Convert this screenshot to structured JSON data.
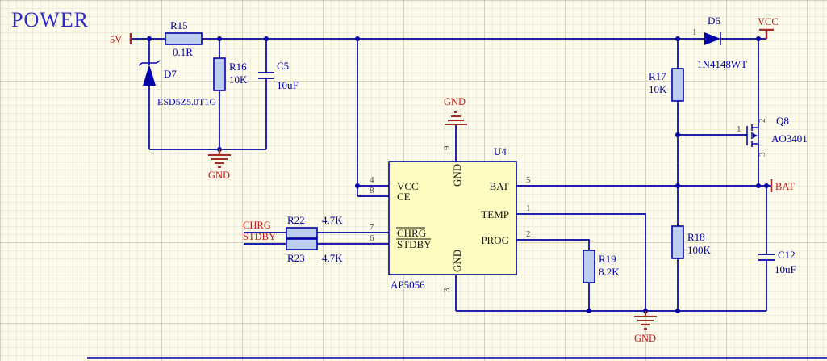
{
  "title": "POWER",
  "palette": {
    "background": "#FCFAEB",
    "wire": "#0202A6",
    "component_text": "#0202A6",
    "net_label": "#C01616",
    "power_glyph": "#A52A2A",
    "ic_fill": "#FFFCC2",
    "resistor_fill": "#BCCDF0",
    "title_blue": "#2B2BC4"
  },
  "nets": {
    "v5": "5V",
    "vcc": "VCC",
    "bat": "BAT",
    "gnd": "GND",
    "chrg": "CHRG",
    "stdby": "STDBY"
  },
  "components": {
    "R15": {
      "ref": "R15",
      "value": "0.1R"
    },
    "R16": {
      "ref": "R16",
      "value": "10K"
    },
    "R17": {
      "ref": "R17",
      "value": "10K"
    },
    "R18": {
      "ref": "R18",
      "value": "100K"
    },
    "R19": {
      "ref": "R19",
      "value": "8.2K"
    },
    "R22": {
      "ref": "R22",
      "value": "4.7K"
    },
    "R23": {
      "ref": "R23",
      "value": "4.7K"
    },
    "C5": {
      "ref": "C5",
      "value": "10uF"
    },
    "C12": {
      "ref": "C12",
      "value": "10uF"
    },
    "D6": {
      "ref": "D6",
      "value": "1N4148WT"
    },
    "D7": {
      "ref": "D7",
      "value": "ESD5Z5.0T1G"
    },
    "Q8": {
      "ref": "Q8",
      "value": "AO3401"
    },
    "U4": {
      "ref": "U4",
      "value": "AP5056"
    }
  },
  "u4_pins": {
    "p4": {
      "num": "4",
      "name": "VCC"
    },
    "p8": {
      "num": "8",
      "name": "CE"
    },
    "p7": {
      "num": "7",
      "name": "CHRG"
    },
    "p6": {
      "num": "6",
      "name": "STDBY"
    },
    "p5": {
      "num": "5",
      "name": "BAT"
    },
    "p1": {
      "num": "1",
      "name": "TEMP"
    },
    "p2": {
      "num": "2",
      "name": "PROG"
    },
    "p9": {
      "num": "9",
      "name": "GND"
    },
    "p3": {
      "num": "3",
      "name": "GND"
    }
  },
  "q8_pins": {
    "p1": "1",
    "p2": "2",
    "p3": "3"
  },
  "d6_pins": {
    "p1": "1"
  }
}
